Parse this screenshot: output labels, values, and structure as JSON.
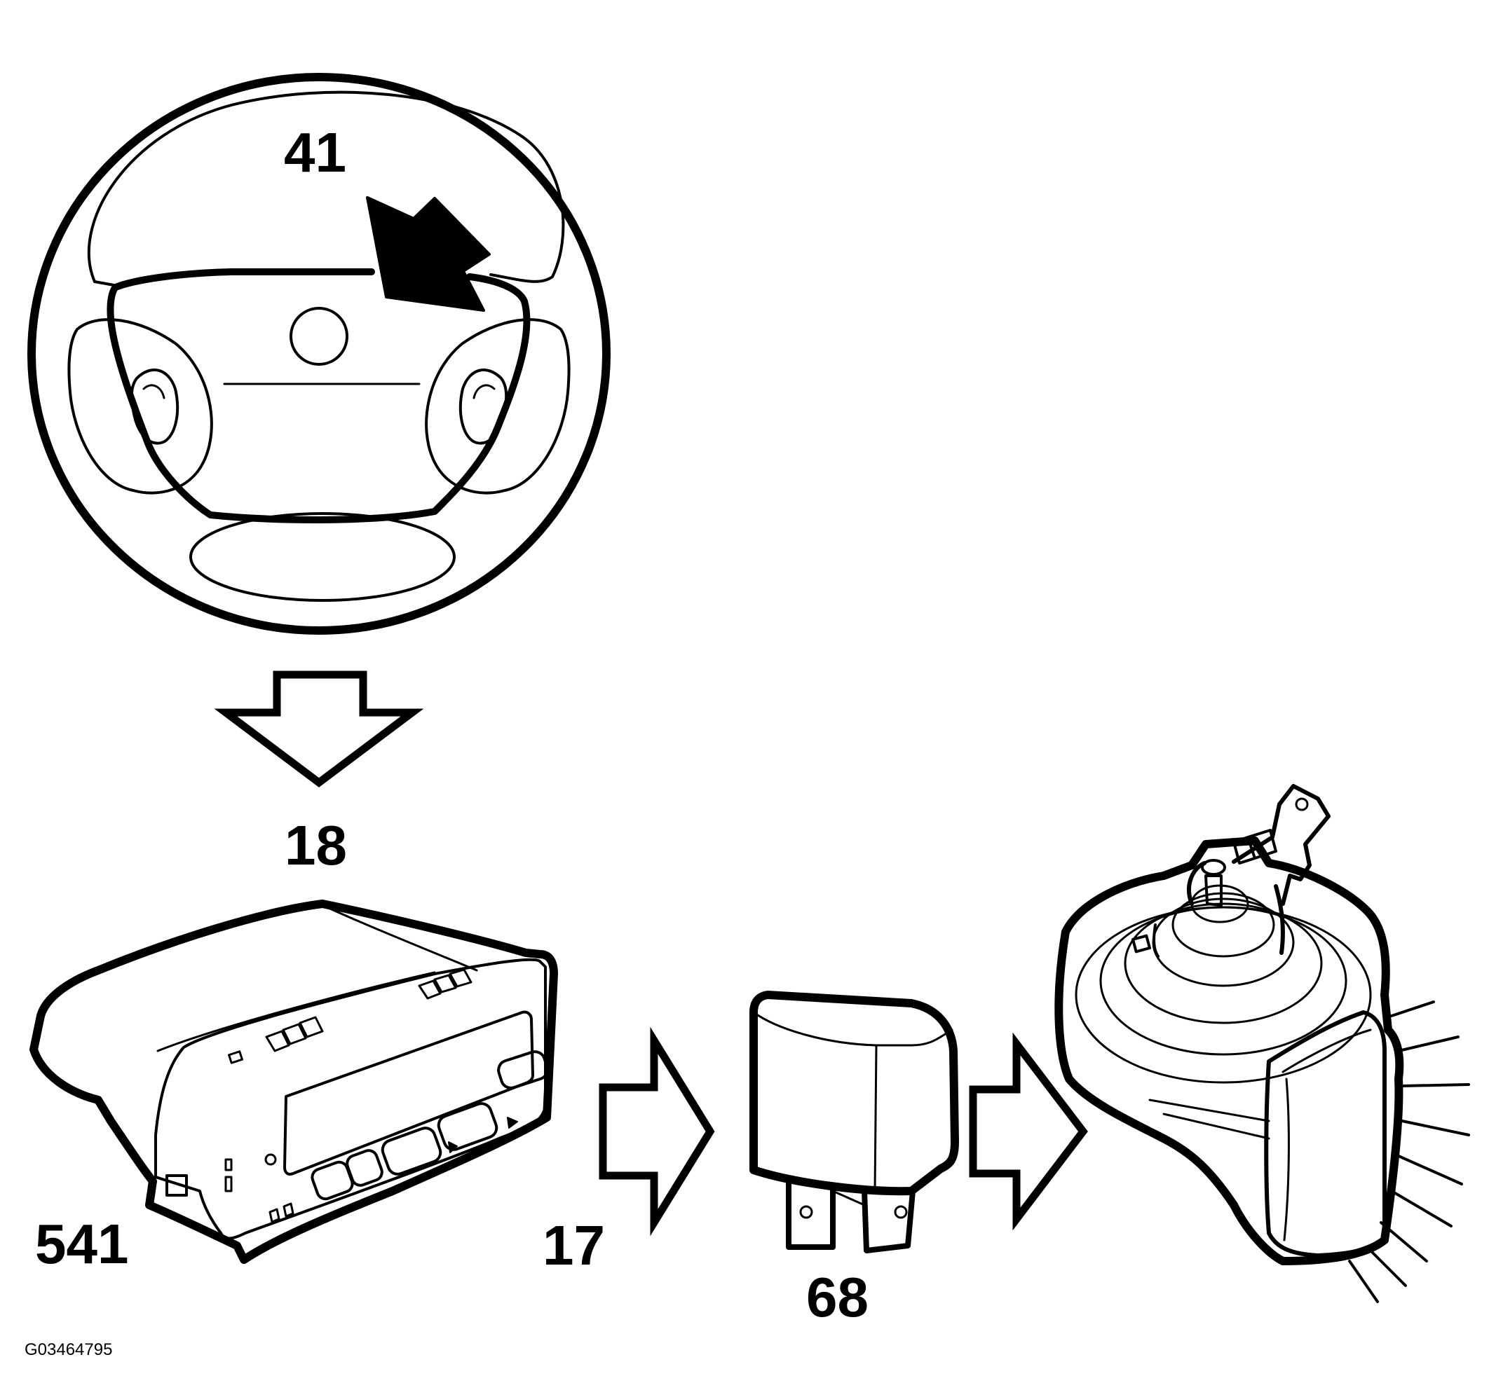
{
  "labels": {
    "steering_wheel": "41",
    "arrow_down": "18",
    "control_module": "541",
    "arrow_to_relay": "17",
    "relay": "68"
  },
  "figure_code": "G03464795",
  "colors": {
    "ink": "#000000",
    "paper": "#ffffff"
  }
}
